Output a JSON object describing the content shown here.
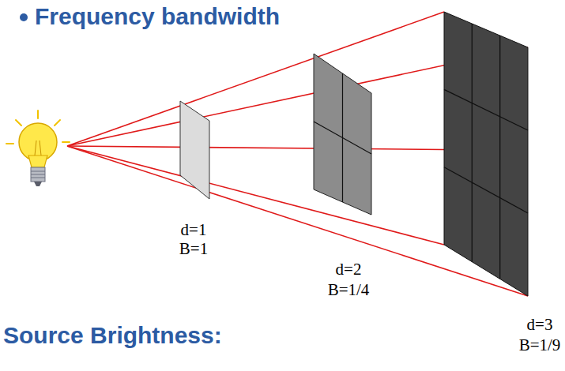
{
  "diagram": {
    "title": "Frequency bandwidth",
    "labels": [
      "d=1",
      "B=1",
      "d=2",
      "B=1/4",
      "d=3",
      "B=1/9",
      "Source Brightness:"
    ]
  }
}
